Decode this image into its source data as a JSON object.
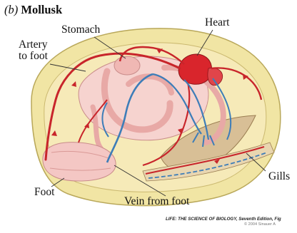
{
  "figure": {
    "panel_letter": "(b)",
    "panel_title": "Mollusk"
  },
  "labels": {
    "stomach": "Stomach",
    "heart": "Heart",
    "artery_line1": "Artery",
    "artery_line2": "to foot",
    "gills": "Gills",
    "foot": "Foot",
    "vein": "Vein from foot"
  },
  "credit": {
    "line1": "LIFE: THE SCIENCE OF BIOLOGY, Seventh Edition, Fig",
    "line2": "© 2004 Sinauer A"
  },
  "colors": {
    "shell": "#f1e5a4",
    "shell_edge": "#b9a85a",
    "tissue": "#f3c2c0",
    "artery": "#c8252b",
    "vein": "#3d7db8",
    "gill": "#d8bf96"
  }
}
